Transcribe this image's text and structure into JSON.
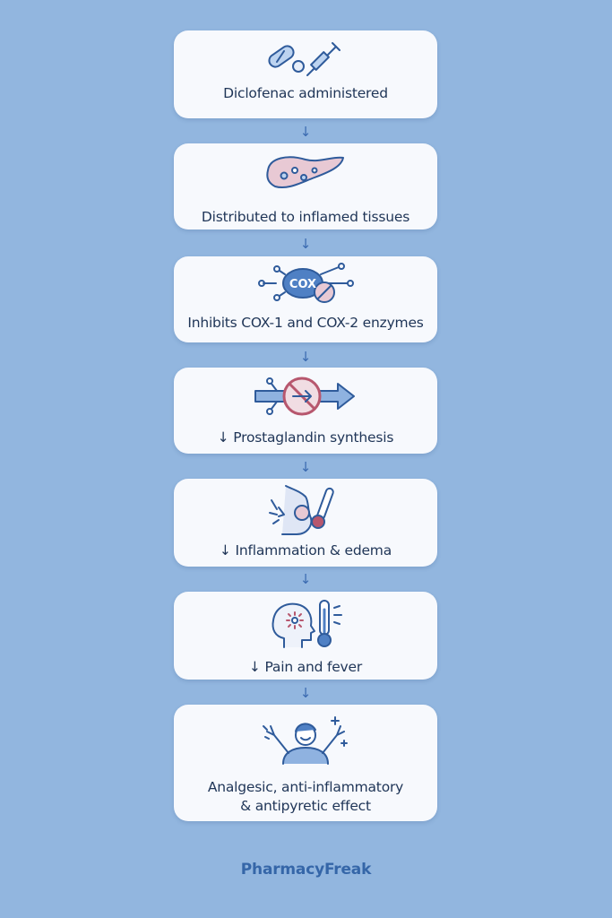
{
  "steps": [
    {
      "label": "Diclofenac administered",
      "icon": "pill-syringe-icon"
    },
    {
      "label": "Distributed to inflamed tissues",
      "icon": "blood-vessel-icon"
    },
    {
      "label": "Inhibits COX-1 and COX-2 enzymes",
      "icon": "cox-enzyme-icon",
      "icon_text": "COX"
    },
    {
      "label": "↓ Prostaglandin synthesis",
      "icon": "blocked-pathway-icon"
    },
    {
      "label": "↓ Inflammation & edema",
      "icon": "swollen-joint-icon"
    },
    {
      "label": "↓ Pain and fever",
      "icon": "head-thermometer-icon"
    },
    {
      "label_lines": [
        "Analgesic, anti-inflammatory",
        "& antipyretic effect"
      ],
      "icon": "happy-person-icon"
    }
  ],
  "connector": "↓",
  "footer": "PharmacyFreak",
  "colors": {
    "background": "#92b6df",
    "card": "#f7f9fd",
    "text": "#1f3557",
    "accent": "#3a6ab0",
    "brand": "#3566a8"
  }
}
